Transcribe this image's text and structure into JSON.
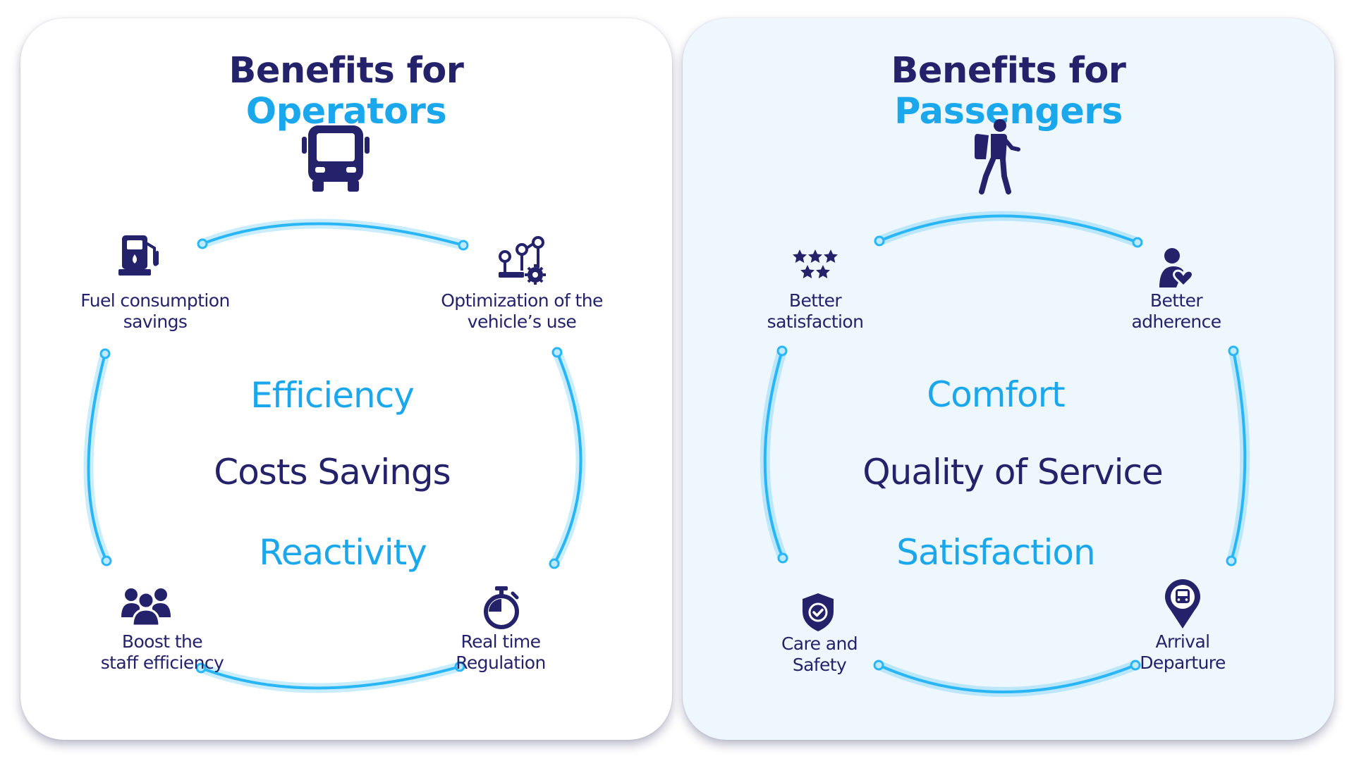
{
  "colors": {
    "navy": "#24226a",
    "accent": "#1aa7ec",
    "ring": "#29b6f6",
    "right_panel_bg": "#eef7fd"
  },
  "operators": {
    "heading": {
      "line1": "Benefits for",
      "line2": "Operators"
    },
    "main_icon": "bus-icon",
    "features": [
      {
        "icon": "fuel-pump-icon",
        "label_line1": "Fuel consumption",
        "label_line2": "savings"
      },
      {
        "icon": "vehicle-optimization-gear-icon",
        "label_line1": "Optimization of the",
        "label_line2": "vehicle’s use"
      },
      {
        "icon": "team-group-icon",
        "label_line1": "Boost the",
        "label_line2": "staff efficiency"
      },
      {
        "icon": "stopwatch-icon",
        "label_line1": "Real time",
        "label_line2": "Regulation"
      }
    ],
    "center": {
      "top": "Efficiency",
      "middle": "Costs Savings",
      "bottom": "Reactivity"
    }
  },
  "passengers": {
    "heading": {
      "line1": "Benefits for",
      "line2": "Passengers"
    },
    "main_icon": "walking-traveler-icon",
    "features": [
      {
        "icon": "star-rating-icon",
        "label_line1": "Better",
        "label_line2": "satisfaction"
      },
      {
        "icon": "user-heart-icon",
        "label_line1": "Better",
        "label_line2": "adherence"
      },
      {
        "icon": "shield-check-icon",
        "label_line1": "Care and",
        "label_line2": "Safety"
      },
      {
        "icon": "bus-location-pin-icon",
        "label_line1": "Arrival",
        "label_line2": "Departure"
      }
    ],
    "center": {
      "top": "Comfort",
      "middle": "Quality of Service",
      "bottom": "Satisfaction"
    }
  }
}
